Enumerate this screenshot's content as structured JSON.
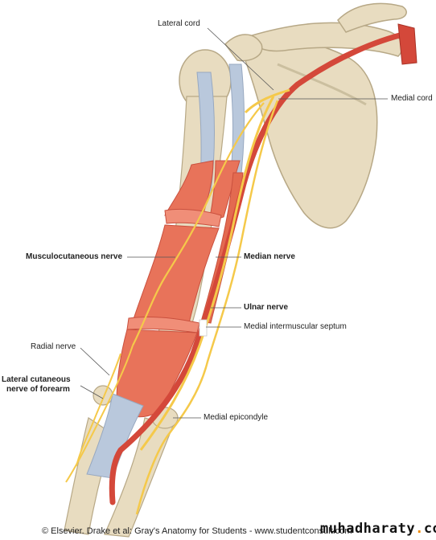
{
  "labels": {
    "lateral_cord": "Lateral cord",
    "medial_cord": "Medial cord",
    "musculocutaneous_nerve": "Musculocutaneous nerve",
    "median_nerve": "Median nerve",
    "ulnar_nerve": "Ulnar nerve",
    "medial_intermuscular_septum": "Medial intermuscular septum",
    "radial_nerve": "Radial nerve",
    "lateral_cutaneous_line1": "Lateral cutaneous",
    "lateral_cutaneous_line2": "nerve of forearm",
    "medial_epicondyle": "Medial epicondyle"
  },
  "footer": {
    "credit": "© Elsevier. Drake et al: Gray's Anatomy for Students - www.studentconsult.com",
    "brand_left": "muhadharaty",
    "brand_dot": ".",
    "brand_right": "com"
  },
  "colors": {
    "bone": "#e8dcc0",
    "bone_shade": "#cbbf9f",
    "muscle": "#e8735a",
    "muscle_dark": "#c9503e",
    "tendon": "#b9c8dc",
    "nerve": "#f5c94a",
    "artery": "#d4483a"
  }
}
